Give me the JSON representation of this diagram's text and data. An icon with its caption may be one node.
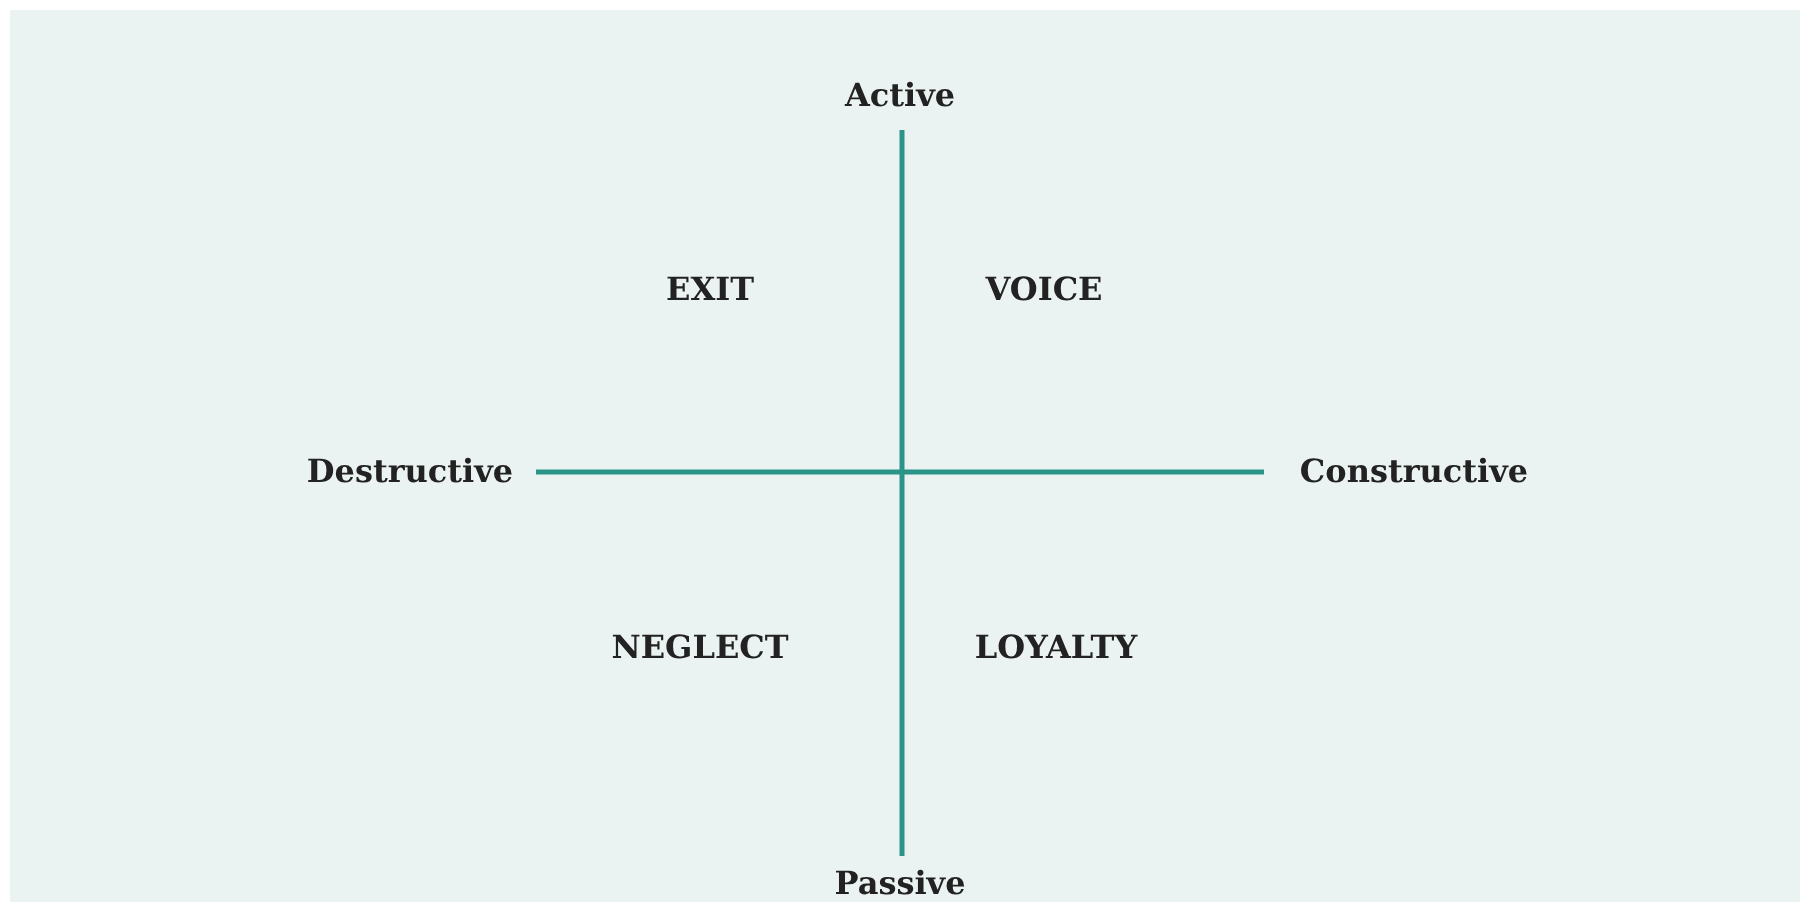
{
  "diagram": {
    "labels": [
      "Active",
      "EXIT",
      "VOICE",
      "Destructive",
      "Constructive",
      "NEGLECT",
      "LOYALTY",
      "Passive"
    ]
  }
}
